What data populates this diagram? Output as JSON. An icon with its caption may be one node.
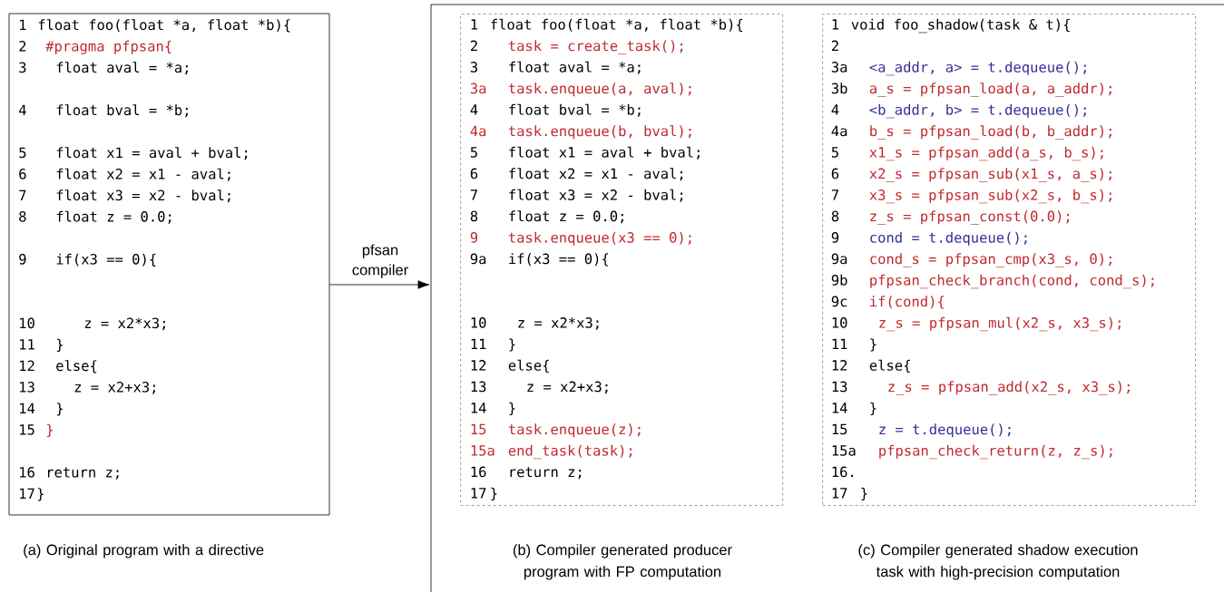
{
  "diagram": {
    "nodes": [
      {
        "text": [
          "1",
          "float foo(float *a, float *b){",
          "2",
          "#pragma pfpsan{",
          "3",
          "float aval = *a;",
          "4",
          "float bval = *b;",
          "5",
          "float x1 = aval + bval;",
          "6",
          "float x2 = x1 - aval;",
          "7",
          "float x3 = x2 - bval;",
          "8",
          "float z = 0.0;",
          "9",
          "if(x3 == 0){",
          "10",
          "z = x2*x3;",
          "11",
          "}",
          "12",
          "else{",
          "13",
          "z = x2+x3;",
          "14",
          "}",
          "15",
          "}",
          "16",
          "return z;",
          "17",
          "}"
        ]
      },
      {
        "text": [],
        "shape": "box"
      },
      {
        "text": [
          "1",
          "float foo(float *a, float *b){",
          "2",
          "task = create_task();",
          "3",
          "float aval = *a;",
          "3a",
          "task.enqueue(a, aval);",
          "4",
          "float bval = *b;",
          "4a",
          "task.enqueue(b, bval);",
          "5",
          "float x1 = aval + bval;",
          "6",
          "float x2 = x1 - aval;",
          "7",
          "float x3 = x2 - bval;",
          "8",
          "float z = 0.0;",
          "9",
          "task.enqueue(x3 == 0);",
          "9a",
          "if(x3 == 0){",
          "10",
          "z = x2*x3;",
          "11",
          "}",
          "12",
          "else{",
          "13",
          "z = x2+x3;",
          "14",
          "}",
          "15",
          "task.enqueue(z);",
          "15a",
          "end_task(task);",
          "16",
          "return z;",
          "17",
          "}"
        ],
        "in": 1
      },
      {
        "text": [
          "1",
          "void foo_shadow(task & t){",
          "2",
          "3a",
          "<a_addr, a> = t.dequeue();",
          "3b",
          "a_s = pfpsan_load(a, a_addr);",
          "4",
          "<b_addr, b> = t.dequeue();",
          "4a",
          "b_s = pfpsan_load(b, b_addr);",
          "5",
          "x1_s = pfpsan_add(a_s, b_s);",
          "6",
          "x2_s = pfpsan_sub(x1_s, a_s);",
          "7",
          "x3_s = pfpsan_sub(x2_s, b_s);",
          "8",
          "z_s = pfpsan_const(0.0);",
          "9",
          "cond = t.dequeue();",
          "9a",
          "cond_s = pfpsan_cmp(x3_s, 0);",
          "9b",
          "pfpsan_check_branch(cond, cond_s);",
          "9c",
          "if(cond){",
          "10",
          "z_s = pfpsan_mul(x2_s, x3_s);",
          "11",
          "}",
          "12",
          "else{",
          "13",
          "z_s = pfpsan_add(x2_s, x3_s);",
          "14",
          "}",
          "15",
          "z = t.dequeue();",
          "15a",
          "pfpsan_check_return(z, z_s);",
          "16.",
          "17",
          "}"
        ],
        "in": 1
      }
    ],
    "labels": [
      "(a) Original program with a directive",
      "(b) Compiler generated producer program with FP computation",
      "(c) Compiler generated shadow execution task with high-precision computation"
    ],
    "edges": [
      {
        "from": 0,
        "to": 1,
        "arrow": "to",
        "label": "pfsan compiler"
      }
    ]
  }
}
